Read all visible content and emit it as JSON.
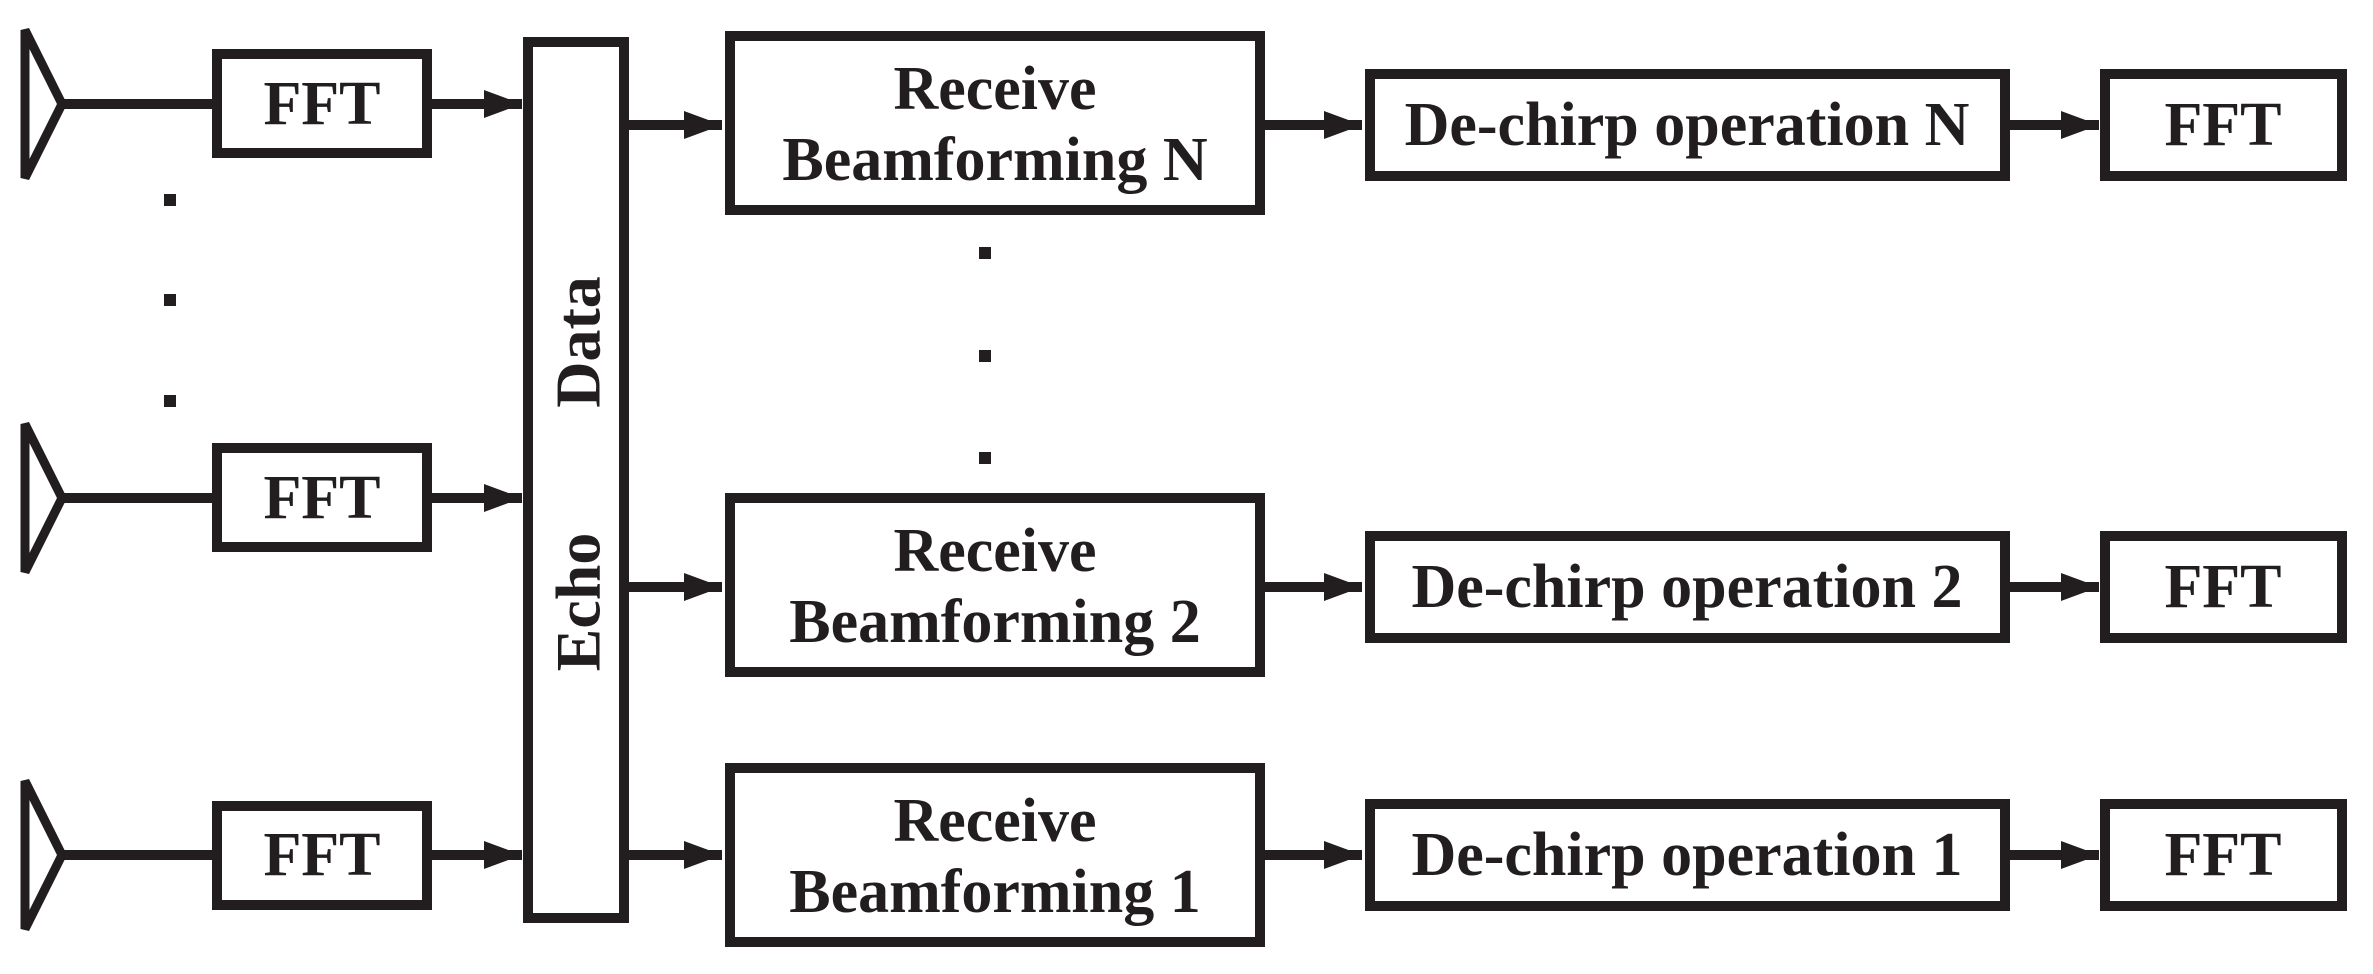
{
  "colors": {
    "ink": "#221e1f",
    "background": "#ffffff"
  },
  "echo_bus": {
    "reading": "Echo Data",
    "word_upper": "Data",
    "word_lower": "Echo"
  },
  "rows": [
    {
      "id": "N",
      "input_fft": "FFT",
      "beamforming": [
        "Receive",
        "Beamforming N"
      ],
      "dechirp": "De-chirp operation N",
      "output_fft": "FFT"
    },
    {
      "id": "2",
      "input_fft": "FFT",
      "beamforming": [
        "Receive",
        "Beamforming 2"
      ],
      "dechirp": "De-chirp operation 2",
      "output_fft": "FFT"
    },
    {
      "id": "1",
      "input_fft": "FFT",
      "beamforming": [
        "Receive",
        "Beamforming 1"
      ],
      "dechirp": "De-chirp operation 1",
      "output_fft": "FFT"
    }
  ]
}
